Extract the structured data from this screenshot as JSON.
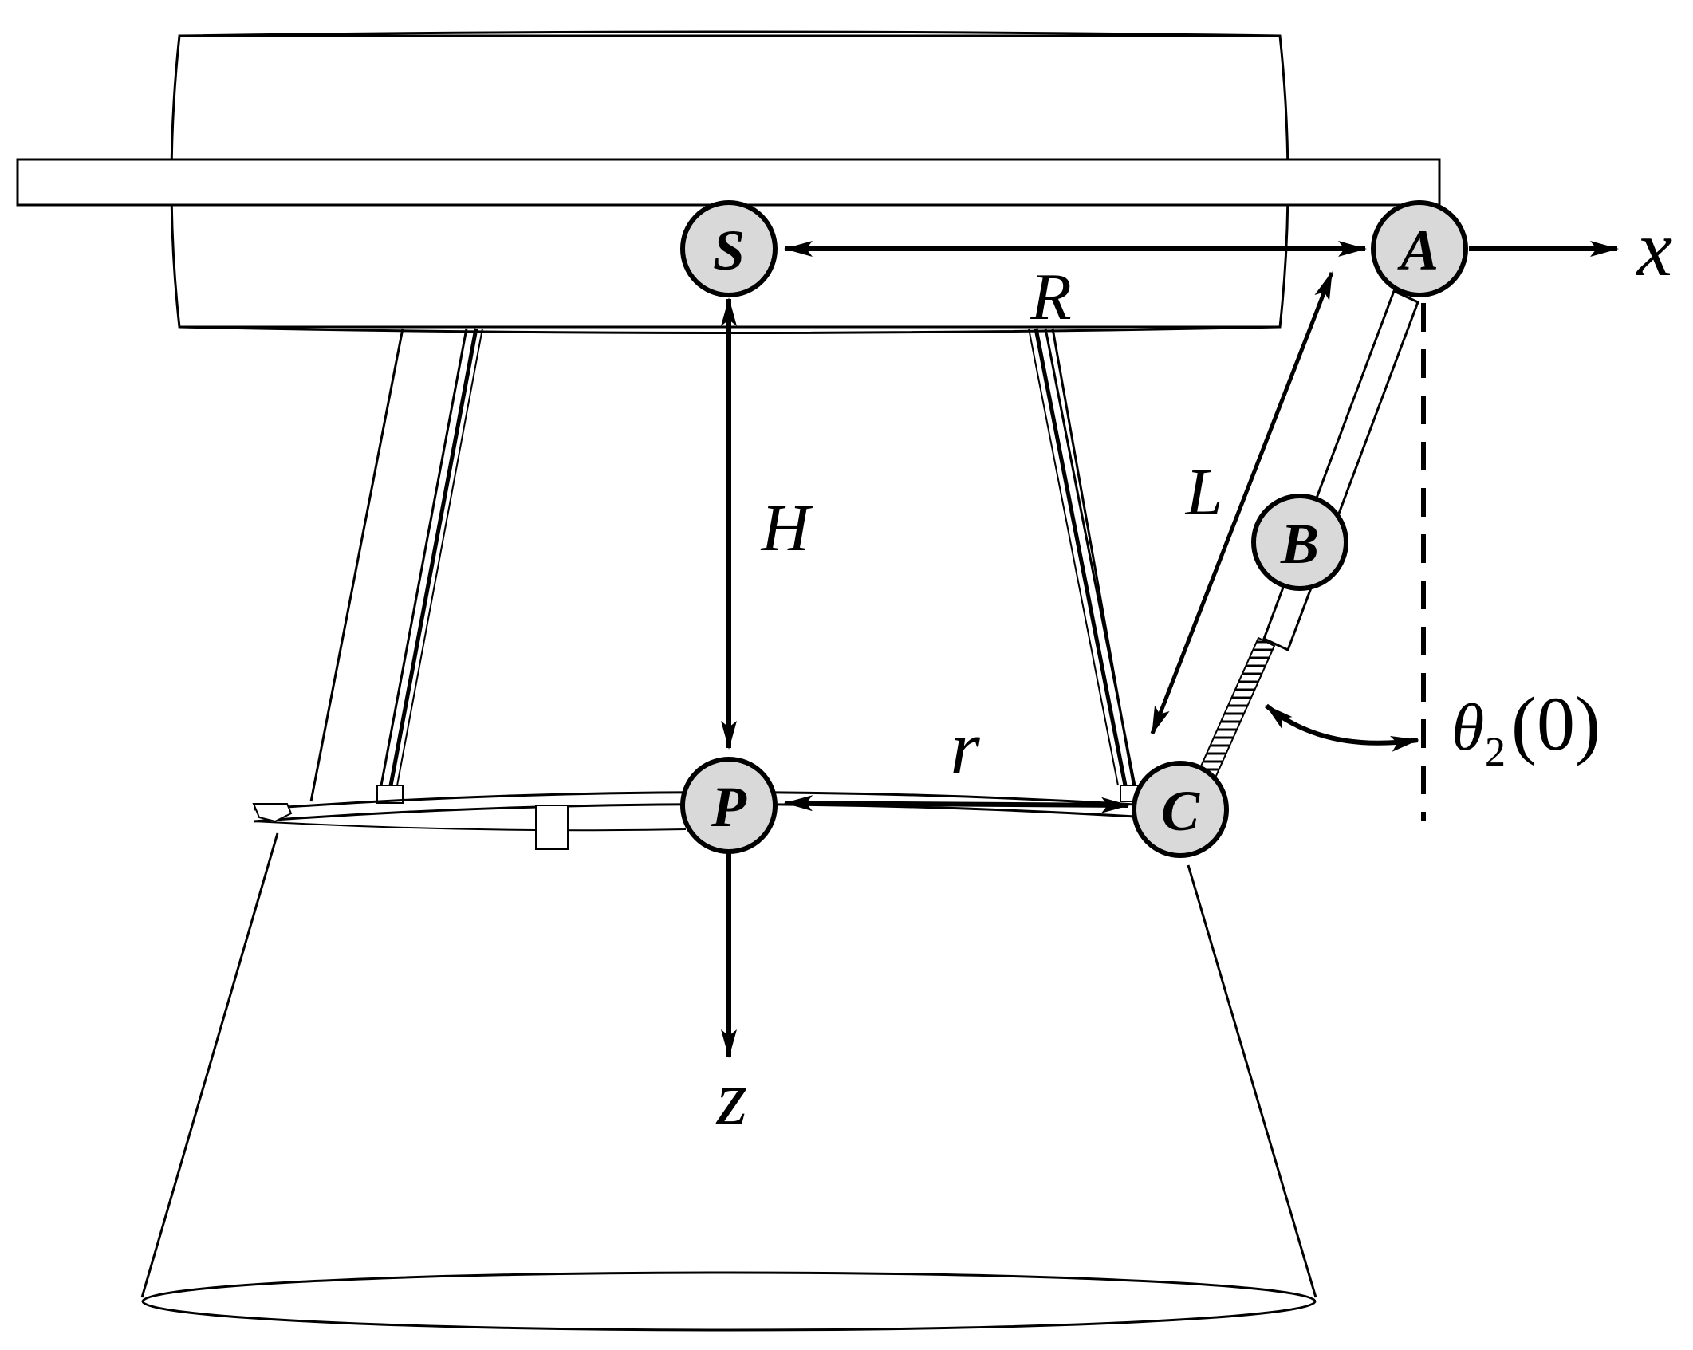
{
  "nodes": {
    "S": "S",
    "A": "A",
    "B": "B",
    "C": "C",
    "P": "P"
  },
  "labels": {
    "R": "R",
    "H": "H",
    "L": "L",
    "r": "r",
    "x_axis": "x",
    "z_axis": "z",
    "theta_symbol": "θ",
    "theta_subscript": "2",
    "theta_argument": "(0)"
  },
  "colors": {
    "stroke": "#000000",
    "node_fill": "#d9d9d9",
    "background": "#ffffff"
  }
}
